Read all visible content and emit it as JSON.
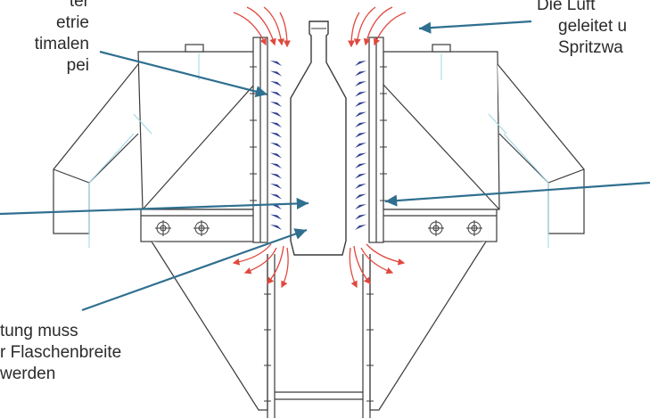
{
  "labels": {
    "top_left": [
      "ter",
      "etrie",
      "timalen",
      "pei"
    ],
    "top_right": [
      "Die Luft",
      "geleitet u",
      "Spritzwa"
    ],
    "bottom_left": [
      "tung muss",
      "r Flaschenbreite",
      "werden"
    ]
  },
  "colors": {
    "frame": "#3a3a3a",
    "frame_fill": "#ffffff",
    "center_line": "#9fd6e6",
    "nozzle": "#2e3f8f",
    "air_flow": "#e0493f",
    "pointer": "#2f6f8f",
    "text": "#2b2b2b"
  }
}
